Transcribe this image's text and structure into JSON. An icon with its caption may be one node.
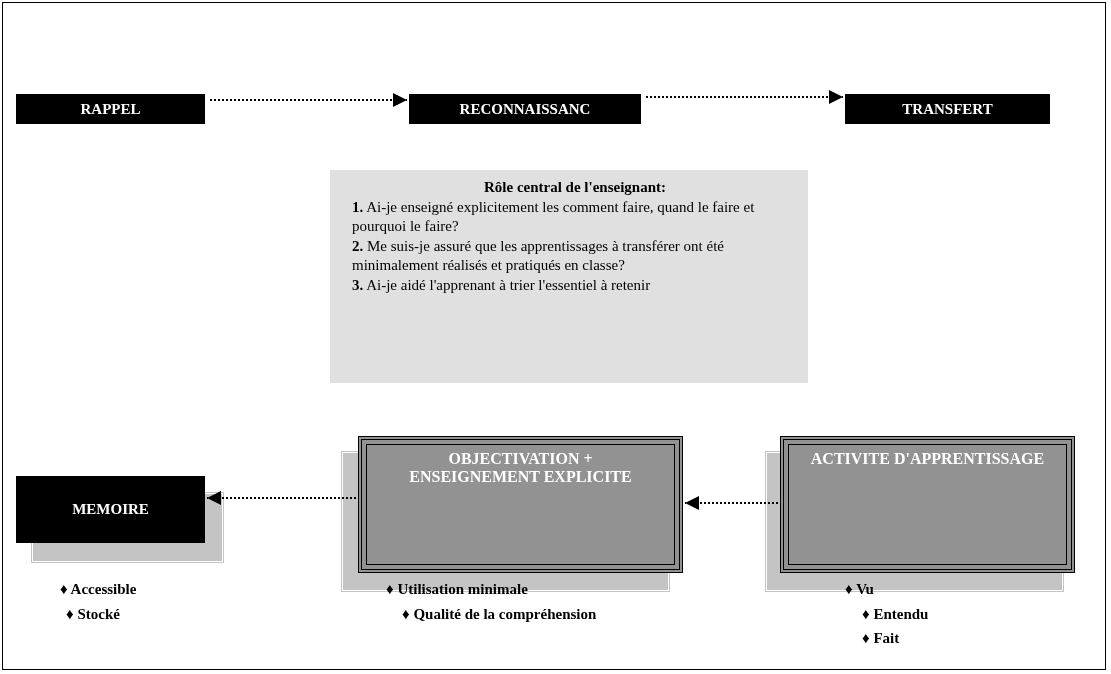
{
  "diagram": {
    "nodes": [
      {
        "text": [
          "RAPPEL"
        ]
      },
      {
        "text": [
          "RECONNAISSANC"
        ]
      },
      {
        "text": [
          "TRANSFERT"
        ]
      },
      {
        "text": [
          "Rôle central de l'enseignant:",
          "**1.** Ai-je enseigné explicitement les comment faire, quand le faire et pourquoi le faire?",
          "**2.** Me suis-je assuré que les apprentissages à transférer ont été minimalement réalisés et pratiqués en classe?",
          "**3.** Ai-je aidé l'apprenant à trier l'essentiel à retenir"
        ]
      },
      {
        "text": [
          "MEMOIRE"
        ],
        "beside": [
          "♦ Accessible",
          "♦ Stocké"
        ]
      },
      {
        "text": [
          "OBJECTIVATION + ENSEIGNEMENT EXPLICITE"
        ],
        "beside": [
          "♦ Utilisation minimale",
          "♦ Qualité de la compréhension"
        ]
      },
      {
        "text": [
          "ACTIVITE D'APPRENTISSAGE"
        ],
        "beside": [
          "♦ Vu",
          "♦ Entendu",
          "♦ Fait"
        ]
      }
    ],
    "edges": [
      {
        "from": 0,
        "to": 1,
        "arrow": "to"
      },
      {
        "from": 1,
        "to": 2,
        "arrow": "to"
      },
      {
        "from": 6,
        "to": 5,
        "arrow": "to"
      },
      {
        "from": 5,
        "to": 4,
        "arrow": "to"
      }
    ]
  }
}
